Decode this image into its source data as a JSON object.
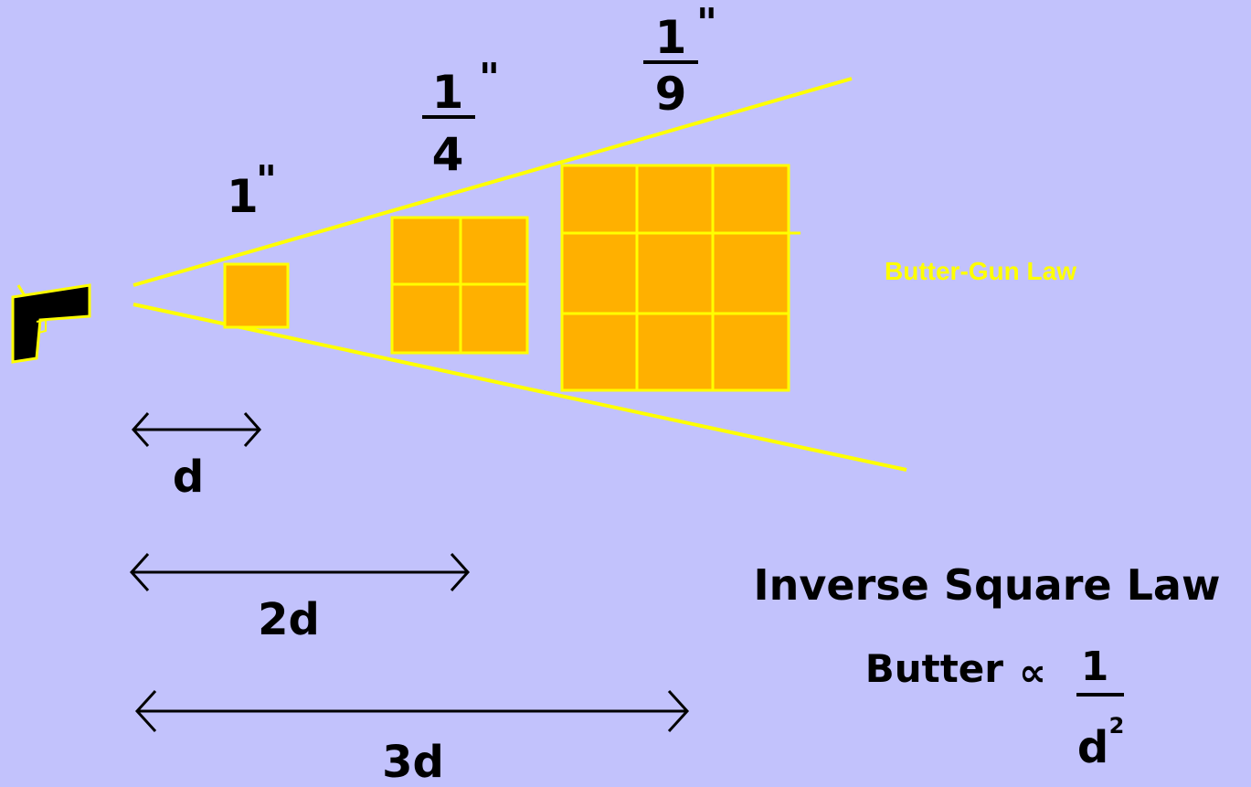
{
  "diagram": {
    "colors": {
      "background": "#c2c2fc",
      "beam": "#ffff00",
      "square_fill": "#ffb000",
      "square_outline": "#ffff00",
      "gun": "#000000",
      "arrow": "#000000"
    },
    "coverage_labels": [
      {
        "numerator": "1",
        "denominator": "",
        "unit": "\""
      },
      {
        "numerator": "1",
        "denominator": "4",
        "unit": "\""
      },
      {
        "numerator": "1",
        "denominator": "9",
        "unit": "\""
      }
    ],
    "squares": [
      {
        "grid": 1
      },
      {
        "grid": 2
      },
      {
        "grid": 3
      }
    ],
    "distance_labels": [
      "d",
      "2d",
      "3d"
    ],
    "watermark": "Butter-Gun Law",
    "law": {
      "title": "Inverse Square Law",
      "lhs": "Butter",
      "symbol": "∝",
      "numerator": "1",
      "denominator": "d",
      "exponent": "2"
    }
  }
}
